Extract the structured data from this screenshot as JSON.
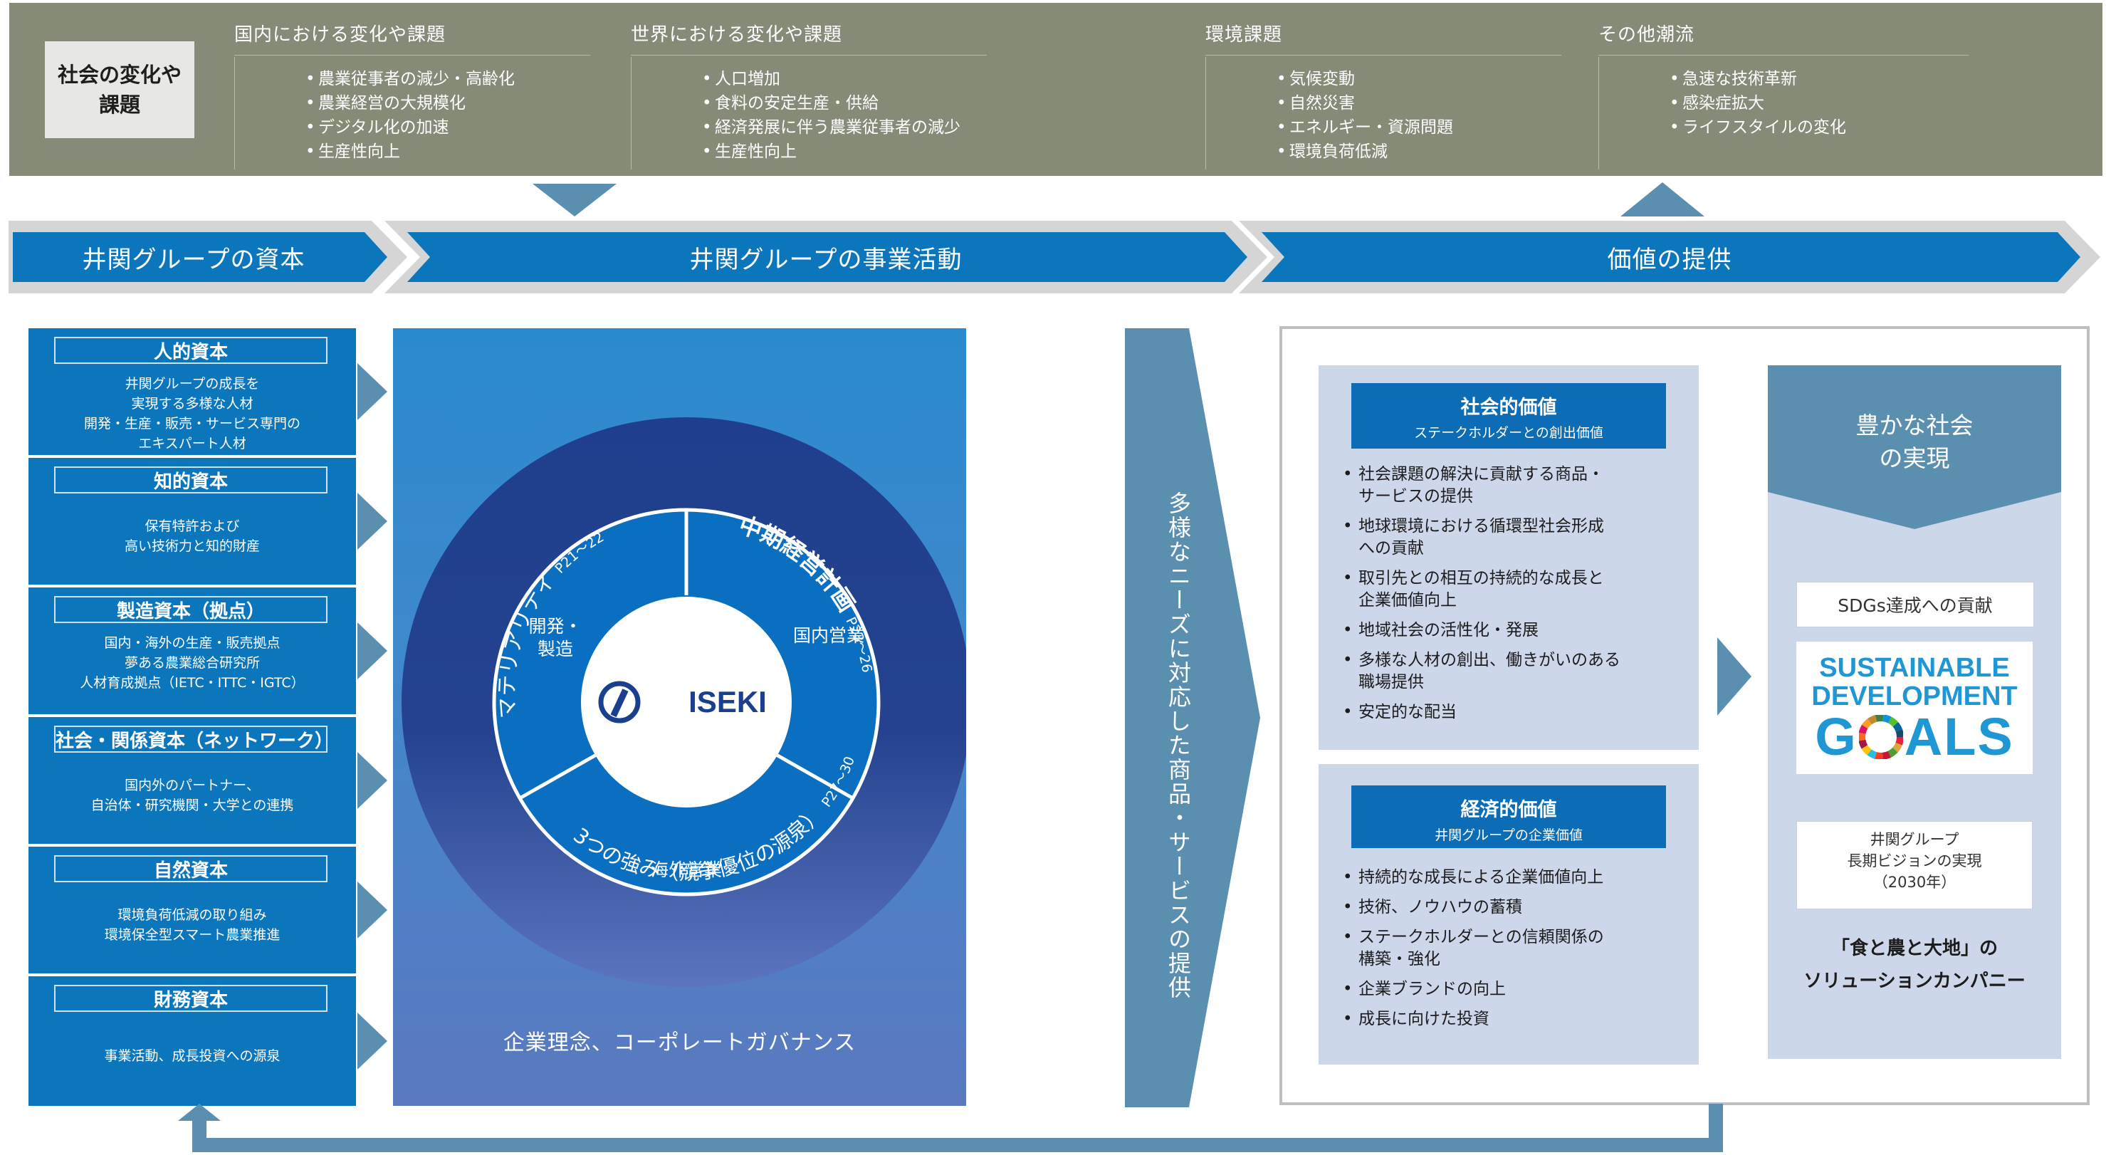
{
  "top": {
    "badge": "社会の変化や\n課題",
    "columns": [
      {
        "title": "国内における変化や課題",
        "items": [
          "農業従事者の減少・高齢化",
          "農業経営の大規模化",
          "デジタル化の加速",
          "生産性向上"
        ]
      },
      {
        "title": "世界における変化や課題",
        "items": [
          "人口増加",
          "食料の安定生産・供給",
          "経済発展に伴う農業従事者の減少",
          "生産性向上"
        ]
      },
      {
        "title": "環境課題",
        "items": [
          "気候変動",
          "自然災害",
          "エネルギー・資源問題",
          "環境負荷低減"
        ]
      },
      {
        "title": "その他潮流",
        "items": [
          "急速な技術革新",
          "感染症拡大",
          "ライフスタイルの変化"
        ]
      }
    ]
  },
  "flow": {
    "capital": "井関グループの資本",
    "activities": "井関グループの事業活動",
    "value": "価値の提供"
  },
  "capitals": [
    {
      "title": "人的資本",
      "desc": "井関グループの成長を\n実現する多様な人材\n開発・生産・販売・サービス専門の\nエキスパート人材"
    },
    {
      "title": "知的資本",
      "desc": "保有特許および\n高い技術力と知的財産"
    },
    {
      "title": "製造資本（拠点）",
      "desc": "国内・海外の生産・販売拠点\n夢ある農業総合研究所\n人材育成拠点（IETC・ITTC・IGTC）"
    },
    {
      "title": "社会・関係資本（ネットワーク）",
      "desc": "国内外のパートナー、\n自治体・研究機関・大学との連携"
    },
    {
      "title": "自然資本",
      "desc": "環境負荷低減の取り組み\n環境保全型スマート農業推進"
    },
    {
      "title": "財務資本",
      "desc": "事業活動、成長投資への源泉"
    }
  ],
  "business": {
    "ring_materiality": "マテリアリティ",
    "ring_materiality_page": "P21〜22",
    "ring_midterm": "中期経営計画",
    "ring_midterm_page": "P23〜26",
    "ring_strengths": "3つの強み（競争優位の源泉）",
    "ring_strengths_page": "P27〜30",
    "segment_dev": "開発・\n製造",
    "segment_domestic": "国内営業",
    "segment_overseas": "海外営業",
    "logo_text": "ISEKI",
    "footer": "企業理念、コーポレートガバナンス"
  },
  "needs": "多様なニーズに対応した商品・サービスの提供",
  "social_value": {
    "title": "社会的価値",
    "subtitle": "ステークホルダーとの創出価値",
    "items": [
      "社会課題の解決に貢献する商品・\nサービスの提供",
      "地球環境における循環型社会形成\nへの貢献",
      "取引先との相互の持続的な成長と\n企業価値向上",
      "地域社会の活性化・発展",
      "多様な人材の創出、働きがいのある\n職場提供",
      "安定的な配当"
    ]
  },
  "economic_value": {
    "title": "経済的価値",
    "subtitle": "井関グループの企業価値",
    "items": [
      "持続的な成長による企業価値向上",
      "技術、ノウハウの蓄積",
      "ステークホルダーとの信頼関係の\n構築・強化",
      "企業ブランドの向上",
      "成長に向けた投資"
    ]
  },
  "goal": {
    "title": "豊かな社会\nの実現",
    "sdg_label": "SDGs達成への貢献",
    "sdg_line1": "SUSTAINABLE",
    "sdg_line2": "DEVELOPMENT",
    "sdg_line3_g": "G",
    "sdg_line3_rest": "ALS",
    "vision": "井関グループ\n長期ビジョンの実現\n（2030年）",
    "tagline": "「食と農と大地」の\nソリューションカンパニー"
  },
  "colors": {
    "top_band": "#868b78",
    "flow_blue": "#0c76bd",
    "steel": "#5b8fb0",
    "ring_navy": "#223d8a",
    "value_bg": "#cdd7ea",
    "sdg_blue": "#1f97d4"
  }
}
